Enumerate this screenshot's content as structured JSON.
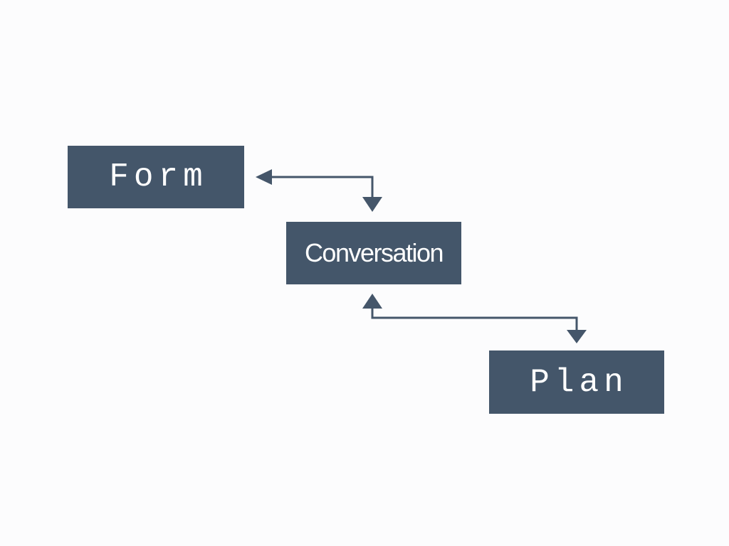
{
  "diagram": {
    "type": "flow-diagram",
    "nodes": [
      {
        "id": "form",
        "label": "Form"
      },
      {
        "id": "conversation",
        "label": "Conversation"
      },
      {
        "id": "plan",
        "label": "Plan"
      }
    ],
    "connectors": [
      {
        "between": [
          "Conversation",
          "Form"
        ],
        "style": "elbow",
        "arrowheads": [
          "left-into-form-right-side",
          "down-into-conversation-top"
        ]
      },
      {
        "between": [
          "Conversation",
          "Plan"
        ],
        "style": "elbow",
        "arrowheads": [
          "up-into-conversation-bottom",
          "down-into-plan-top"
        ]
      }
    ],
    "colors": {
      "background": "#fcfcfd",
      "node_fill": "#44566a",
      "node_text": "#ffffff",
      "connector": "#45566a"
    }
  }
}
